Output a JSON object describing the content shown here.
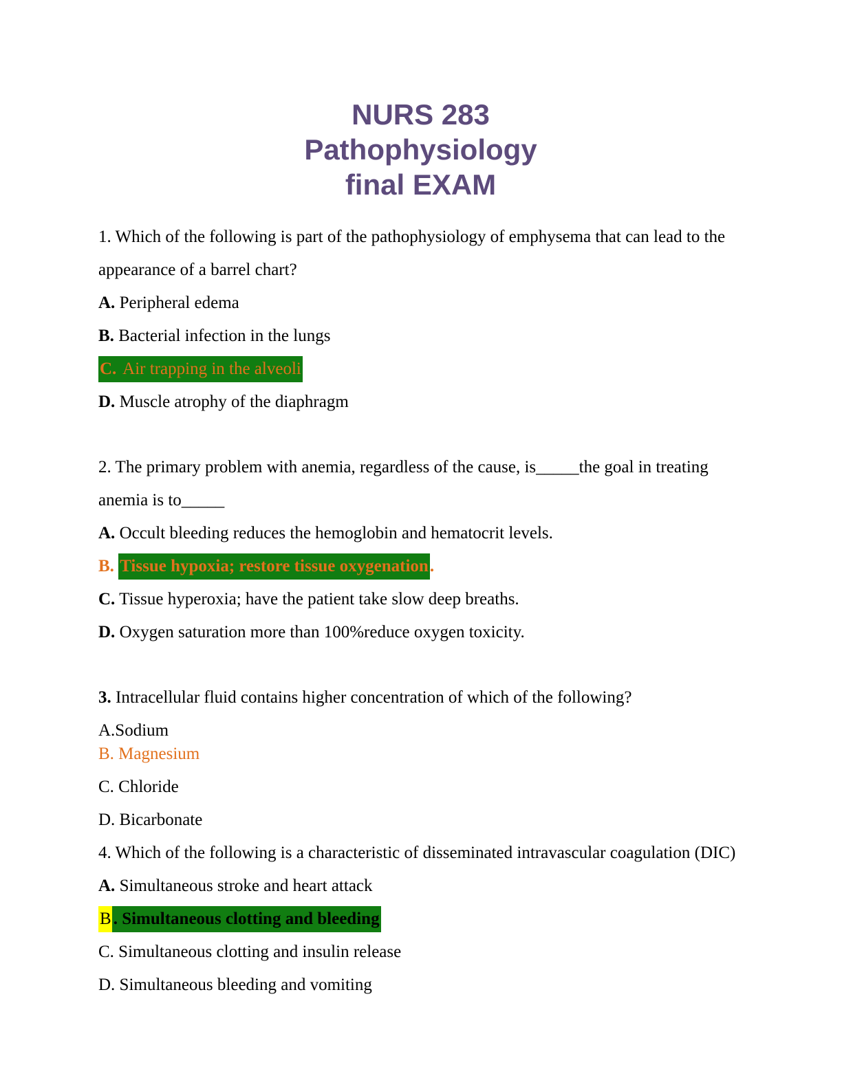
{
  "title": {
    "lines": [
      "NURS 283",
      "Pathophysiology",
      "final EXAM"
    ]
  },
  "colors": {
    "title_purple": "#5d4b7c",
    "answer_orange": "#e2711d",
    "highlight_green": "#117d11",
    "highlight_yellow": "#ffff00",
    "body_text": "#000000",
    "page_background": "#ffffff"
  },
  "questions": [
    {
      "prompt": [
        {
          "text": "1. Which of the following is part of the pathophysiology of emphysema that can lead to the appearance of a barrel chart?"
        }
      ],
      "options": [
        {
          "segments": [
            {
              "text": "A.",
              "b": true
            },
            {
              "text": " Peripheral edema"
            }
          ]
        },
        {
          "segments": [
            {
              "text": "B.",
              "b": true
            },
            {
              "text": " Bacterial infection in the lungs"
            }
          ]
        },
        {
          "segments": [
            {
              "text": "C.",
              "b": true,
              "c": "orange",
              "bg": "green"
            },
            {
              "text": " Air trapping in the alveoli",
              "c": "orange",
              "bg": "green"
            }
          ]
        },
        {
          "segments": [
            {
              "text": "D.",
              "b": true
            },
            {
              "text": " Muscle atrophy of the diaphragm"
            }
          ]
        }
      ]
    },
    {
      "prompt": [
        {
          "text": "2. The primary problem with anemia, regardless of the cause, is_____the goal in treating anemia is to_____"
        }
      ],
      "options": [
        {
          "segments": [
            {
              "text": "A.",
              "b": true
            },
            {
              "text": " Occult bleeding reduces the hemoglobin and hematocrit levels."
            }
          ]
        },
        {
          "segments": [
            {
              "text": "B.",
              "b": true,
              "c": "orange"
            },
            {
              "text": " ",
              "c": "orange"
            },
            {
              "text": "Tissue hypoxia; restore tissue oxygenation",
              "b": true,
              "c": "orange",
              "bg": "green"
            },
            {
              "text": ".",
              "b": true,
              "c": "orange"
            }
          ]
        },
        {
          "segments": [
            {
              "text": "C.",
              "b": true
            },
            {
              "text": " Tissue hyperoxia; have the patient take slow deep breaths."
            }
          ]
        },
        {
          "segments": [
            {
              "text": "D.",
              "b": true
            },
            {
              "text": " Oxygen saturation more than 100%reduce oxygen toxicity."
            }
          ]
        }
      ]
    },
    {
      "prompt": [
        {
          "text": "3.",
          "b": true
        },
        {
          "text": " Intracellular fluid contains higher concentration of which of the following?"
        }
      ],
      "options": [
        {
          "segments": [
            {
              "text": "A.Sodium"
            }
          ]
        },
        {
          "segments": [
            {
              "text": "B. Magnesium",
              "c": "orange"
            }
          ]
        },
        {
          "segments": [
            {
              "text": "C. Chloride"
            }
          ]
        },
        {
          "segments": [
            {
              "text": "D. Bicarbonate"
            }
          ]
        }
      ]
    },
    {
      "prompt": [
        {
          "text": "4. Which of the following is a characteristic of disseminated intravascular coagulation (DIC)"
        }
      ],
      "options": [
        {
          "segments": [
            {
              "text": "A.",
              "b": true
            },
            {
              "text": " Simultaneous stroke and heart attack"
            }
          ]
        },
        {
          "segments": [
            {
              "text": "B",
              "bg": "yellow"
            },
            {
              "text": ". Simultaneous clotting and bleeding",
              "b": true,
              "bg": "green"
            }
          ]
        },
        {
          "segments": [
            {
              "text": "C. Simultaneous clotting and insulin release"
            }
          ]
        },
        {
          "segments": [
            {
              "text": "D. Simultaneous bleeding and vomiting"
            }
          ]
        }
      ]
    }
  ]
}
